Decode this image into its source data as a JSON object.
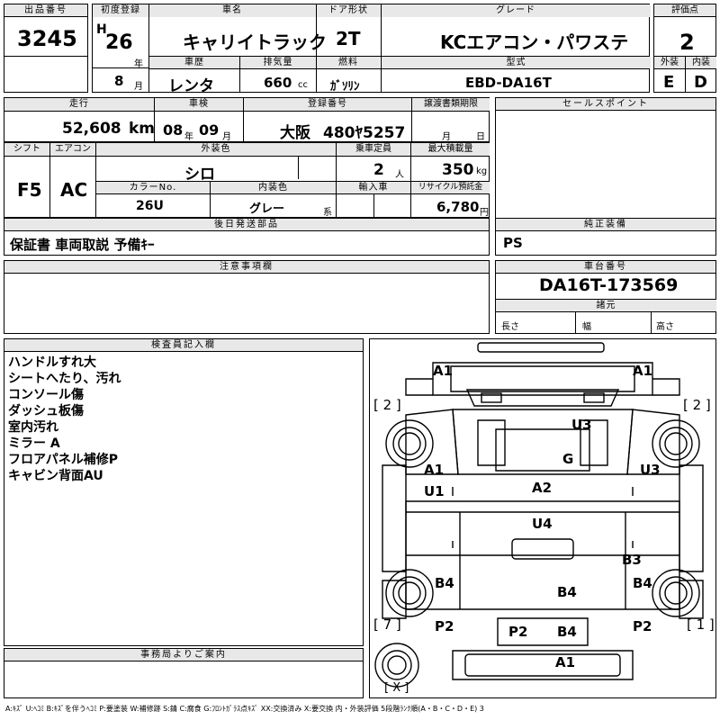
{
  "labels": {
    "lot_no": "出品番号",
    "first_reg": "初度登録",
    "car_name": "車名",
    "door": "ドア形状",
    "grade": "グレード",
    "score": "評価点",
    "history": "車歴",
    "displacement": "排気量",
    "fuel": "燃料",
    "model": "型式",
    "exterior": "外装",
    "interior": "内装",
    "mileage": "走行",
    "inspection": "車検",
    "reg_no": "登録番号",
    "transfer_deadline": "譲渡書類期限",
    "sales_point": "セールスポイント",
    "shift": "シフト",
    "aircon": "エアコン",
    "ext_color": "外装色",
    "capacity": "乗車定員",
    "max_load": "最大積載量",
    "color_no": "カラーNo.",
    "int_color": "内装色",
    "import": "輸入車",
    "recycle": "リサイクル預託金",
    "later_items": "後日発送部品",
    "genuine": "純正装備",
    "notes": "注意事項欄",
    "chassis_no": "車台番号",
    "specs": "諸元",
    "length": "長さ",
    "width": "幅",
    "height": "高さ",
    "inspector": "検査員記入欄",
    "office": "事務局よりご案内"
  },
  "units": {
    "year_era": "H",
    "year": "年",
    "month": "月",
    "cc": "cc",
    "km": "km",
    "persons": "人",
    "kg": "kg",
    "yen": "円",
    "kei": "系",
    "day": "日"
  },
  "vehicle": {
    "lot_no": "3245",
    "first_reg_year": "26",
    "first_reg_month": "8",
    "car_name": "キャリイトラック",
    "door": "2T",
    "grade": "KCエアコン・パワステ",
    "score": "2",
    "history": "レンタ",
    "displacement": "660",
    "fuel": "ｶﾞｿﾘﾝ",
    "model": "EBD-DA16T",
    "exterior_grade": "E",
    "interior_grade": "D",
    "mileage": "52,608",
    "inspection_year": "08",
    "inspection_month": "09",
    "reg_area": "大阪",
    "reg_number": "480ﾔ5257",
    "shift": "F5",
    "aircon": "AC",
    "ext_color": "シロ",
    "capacity": "2",
    "max_load": "350",
    "color_no": "26U",
    "int_color": "グレー",
    "recycle_fee": "6,780",
    "later_items": "保証書 車両取説 予備ｷｰ",
    "genuine": "PS",
    "chassis_no": "DA16T-173569"
  },
  "inspector_notes": [
    "ハンドルすれ大",
    "シートへたり、汚れ",
    "コンソール傷",
    "ダッシュ板傷",
    "室内汚れ",
    "ミラー A",
    "フロアパネル補修P",
    "キャビン背面AU"
  ],
  "damage_marks": {
    "a1_fl": "A1",
    "a1_fr": "A1",
    "u3_top": "U3",
    "g": "G",
    "a1_left": "A1",
    "u1_left": "U1",
    "u3_right": "U3",
    "a2": "A2",
    "u4": "U4",
    "b3": "B3",
    "b4_left": "B4",
    "b4_center": "B4",
    "b4_right": "B4",
    "p2_left": "P2",
    "p2_bed": "P2",
    "b4_bed": "B4",
    "p2_right": "P2",
    "a1_rear": "A1",
    "tire_fl": "[ 2 ]",
    "tire_fr": "[ 2 ]",
    "tire_rl": "[ 7 ]",
    "tire_rr": "[ 1 ]",
    "tire_spare": "[ X ]"
  },
  "legend": "A:ｷｽﾞ U:ﾍｺﾐ B:ｷｽﾞを伴うﾍｺﾐ P:要塗装 W:補修跡 S:錆 C:腐食 G:ﾌﾛﾝﾄｶﾞﾗｽ点ｷｽﾞ XX:交換済み X:要交換 内・外装評価 5段階ﾗﾝｸ順(A・B・C・D・E) 3"
}
